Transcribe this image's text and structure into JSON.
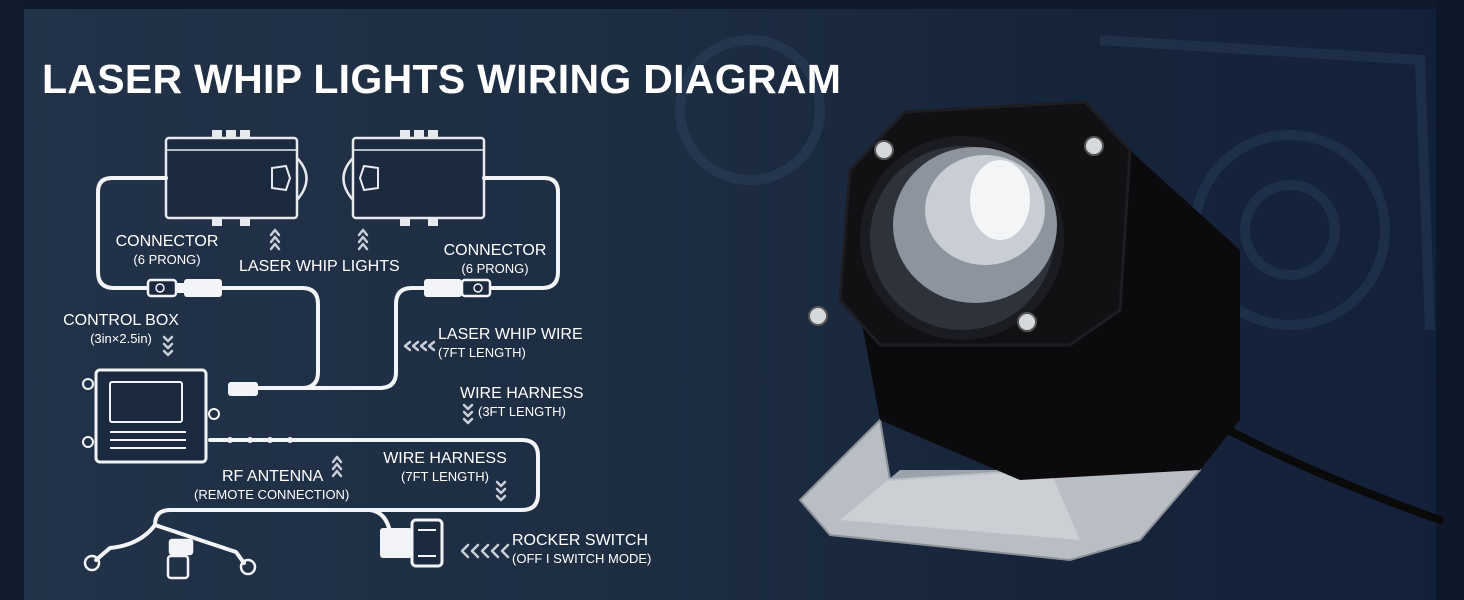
{
  "title": "LASER WHIP LIGHTS WIRING DIAGRAM",
  "labels": {
    "connector_left": {
      "main": "CONNECTOR",
      "sub": "(6 PRONG)"
    },
    "connector_right": {
      "main": "CONNECTOR",
      "sub": "(6 PRONG)"
    },
    "laser_whip_lights": "LASER WHIP LIGHTS",
    "control_box": {
      "main": "CONTROL BOX",
      "sub": "(3in×2.5in)"
    },
    "laser_whip_wire": {
      "main": "LASER WHIP WIRE",
      "sub": "(7FT LENGTH)"
    },
    "wire_harness_3ft": {
      "main": "WIRE HARNESS",
      "sub": "(3FT LENGTH)"
    },
    "wire_harness_7ft": {
      "main": "WIRE HARNESS",
      "sub": "(7FT LENGTH)"
    },
    "rf_antenna": {
      "main": "RF ANTENNA",
      "sub": "(REMOTE CONNECTION)"
    },
    "rocker_switch": {
      "main": "ROCKER SWITCH",
      "sub": "(OFF I SWITCH MODE)"
    }
  },
  "colors": {
    "accent": "#ffffff",
    "background": "#1c2c41",
    "arrow": "#c9ced6"
  }
}
